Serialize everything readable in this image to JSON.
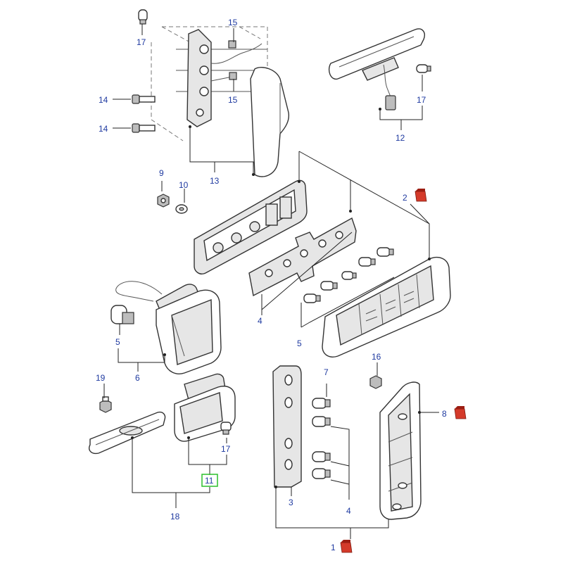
{
  "callouts": [
    {
      "id": "c17a",
      "label": "17"
    },
    {
      "id": "c15a",
      "label": "15"
    },
    {
      "id": "c15b",
      "label": "15"
    },
    {
      "id": "c14a",
      "label": "14"
    },
    {
      "id": "c14b",
      "label": "14"
    },
    {
      "id": "c13",
      "label": "13"
    },
    {
      "id": "c17b",
      "label": "17"
    },
    {
      "id": "c12",
      "label": "12"
    },
    {
      "id": "c9",
      "label": "9"
    },
    {
      "id": "c10",
      "label": "10"
    },
    {
      "id": "c2",
      "label": "2"
    },
    {
      "id": "c4a",
      "label": "4"
    },
    {
      "id": "c5a",
      "label": "5"
    },
    {
      "id": "c5b",
      "label": "5"
    },
    {
      "id": "c6",
      "label": "6"
    },
    {
      "id": "c16",
      "label": "16"
    },
    {
      "id": "c7",
      "label": "7"
    },
    {
      "id": "c8",
      "label": "8"
    },
    {
      "id": "c19",
      "label": "19"
    },
    {
      "id": "c17c",
      "label": "17"
    },
    {
      "id": "c11",
      "label": "11"
    },
    {
      "id": "c18",
      "label": "18"
    },
    {
      "id": "c3",
      "label": "3"
    },
    {
      "id": "c4b",
      "label": "4"
    },
    {
      "id": "c1",
      "label": "1"
    }
  ],
  "colors": {
    "callout_text": "#1f3aa0",
    "highlight_box": "#2bbf2b",
    "flag_marker": "#d43a2a"
  },
  "icons": [
    "red-flag-icon"
  ]
}
